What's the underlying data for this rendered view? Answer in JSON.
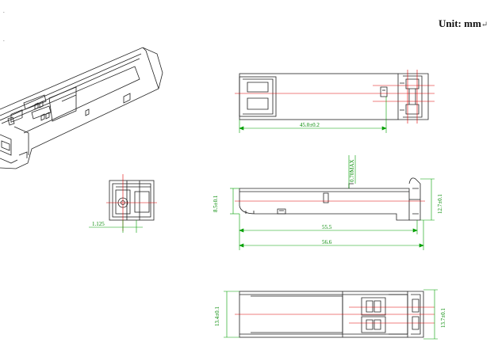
{
  "unit": {
    "label": "Unit: mm",
    "return_mark": "↵"
  },
  "paragraph_marks": [
    ".",
    "."
  ],
  "colors": {
    "outline": "#222222",
    "centerline": "#e00000",
    "dimension": "#00a000",
    "dimension_text": "#008800"
  },
  "dimensions": {
    "top_length": "45.0±0.2",
    "side_overhang": "0.70MAX",
    "side_height_left": "8.5±0.1",
    "side_height_right": "12.7±0.1",
    "side_length_1": "55.5",
    "side_length_2": "56.6",
    "front_offset": "1.125",
    "bottom_width_left": "13.4±0.1",
    "bottom_width_right": "13.7±0.1"
  }
}
